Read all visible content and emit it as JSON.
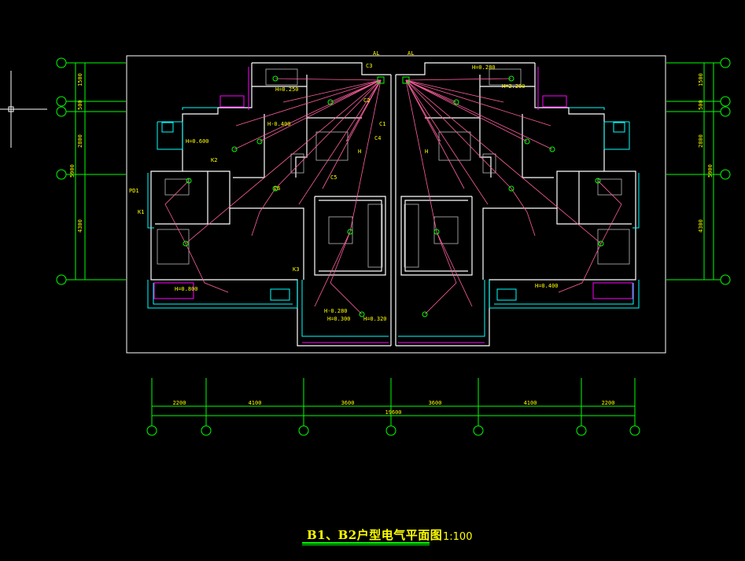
{
  "title": {
    "text": "B1、B2户型电气平面图",
    "scale": "1:100"
  },
  "colors": {
    "background": "#000000",
    "frame": "#ffffff",
    "axis": "#00ff00",
    "wall": "#ffffff",
    "cyan": "#00ffff",
    "magenta": "#ff00ff",
    "wire": "#ff5f9e",
    "label": "#ffff00"
  },
  "bottom_dimensions": {
    "segments": [
      "2200",
      "4100",
      "3600",
      "3600",
      "4100",
      "2200"
    ],
    "total": "19600"
  },
  "left_dimensions": {
    "segments": [
      "1500",
      "500",
      "2800",
      "4300"
    ],
    "total": "5900"
  },
  "right_dimensions": {
    "segments": [
      "1500",
      "500",
      "2800",
      "4300"
    ],
    "total": "5900"
  },
  "labels": {
    "h_living_left": "H",
    "h_living_right": "H",
    "al_left": "AL",
    "al_right": "AL",
    "c1": "C1",
    "c2": "C2",
    "c3": "C3",
    "c4": "C4",
    "c5": "C5",
    "c6": "C6",
    "k1": "K1",
    "k2": "K2",
    "k3": "K3",
    "pd1": "PD1",
    "mark_h0800": "H=0.800",
    "mark_h0400": "H=0.400",
    "mark_h0300": "H=0.300",
    "mark_h0280": "H=0.280",
    "mark_h0250": "H=0.250",
    "mark_h2200": "H=2.200",
    "mark_h0600": "H=0.600",
    "mark_h0320": "H=0.320",
    "mark_neg0280": "H-0.280",
    "mark_neg0400": "H-0.400"
  }
}
